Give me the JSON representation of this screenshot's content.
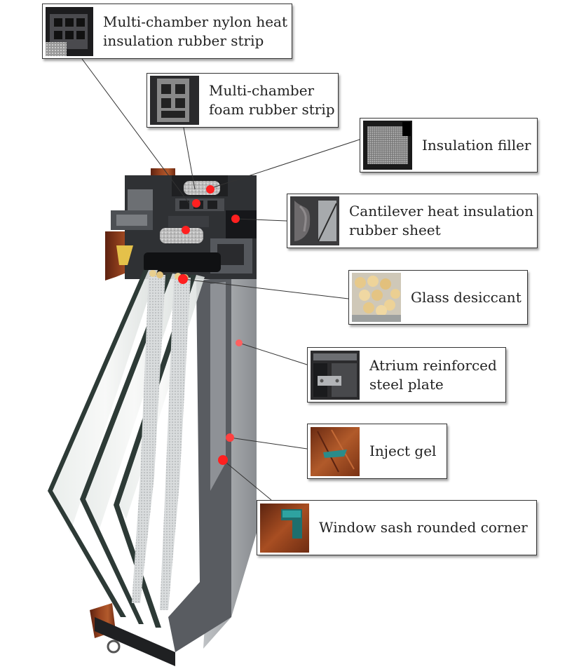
{
  "callouts": [
    {
      "id": "nylon-strip",
      "label": "Multi-chamber nylon heat\ninsulation rubber strip",
      "icon": "nylon-strip-thumbnail"
    },
    {
      "id": "foam-strip",
      "label": "Multi-chamber\nfoam rubber strip",
      "icon": "foam-strip-thumbnail"
    },
    {
      "id": "insulation-filler",
      "label": "Insulation filler",
      "icon": "insulation-filler-thumbnail"
    },
    {
      "id": "cantilever-sheet",
      "label": "Cantilever heat insulation\nrubber sheet",
      "icon": "cantilever-sheet-thumbnail"
    },
    {
      "id": "glass-desiccant",
      "label": "Glass desiccant",
      "icon": "desiccant-beads-thumbnail"
    },
    {
      "id": "steel-plate",
      "label": "Atrium reinforced\nsteel plate",
      "icon": "steel-plate-thumbnail"
    },
    {
      "id": "inject-gel",
      "label": "Inject gel",
      "icon": "inject-gel-thumbnail"
    },
    {
      "id": "rounded-corner",
      "label": "Window sash rounded corner",
      "icon": "rounded-corner-thumbnail"
    }
  ],
  "colors": {
    "marker": "#ff2020",
    "frame_dark": "#3a3c40",
    "frame_mid": "#6d7075",
    "frame_light": "#b9bcc0",
    "wood": "#8b3a1a",
    "glass_edge": "#2d3a36"
  }
}
